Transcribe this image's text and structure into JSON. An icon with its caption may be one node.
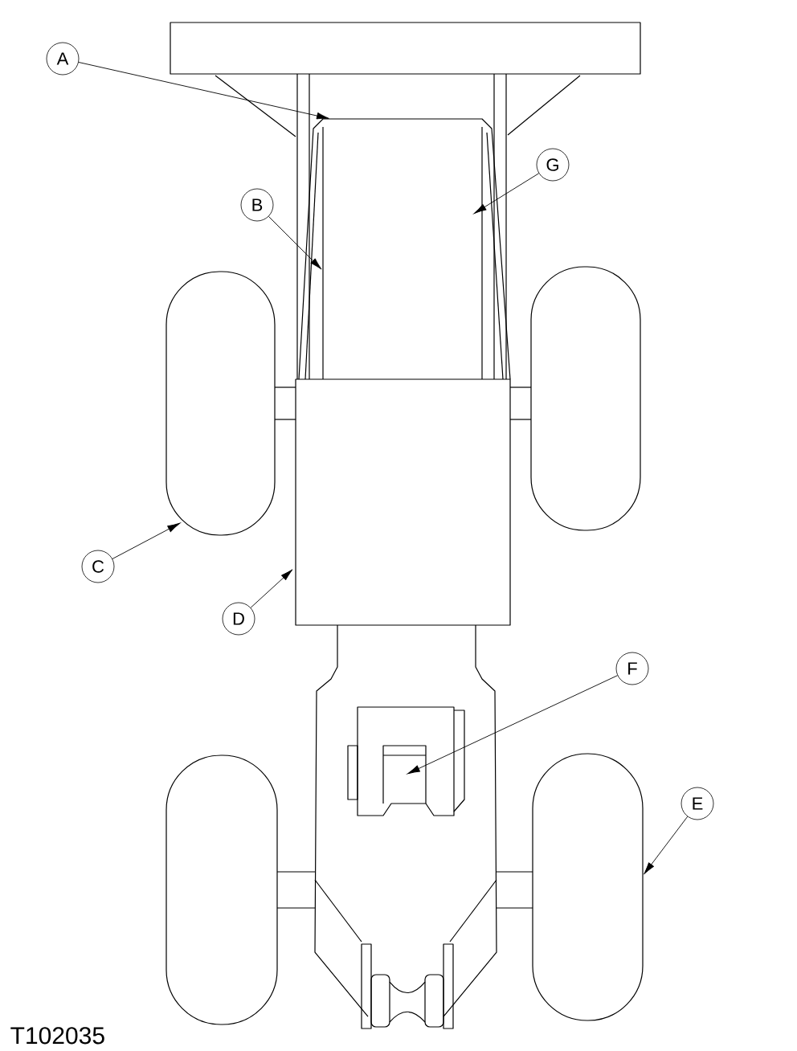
{
  "diagram": {
    "nodes": [
      {
        "text": [
          "A"
        ]
      },
      {
        "text": [
          "B"
        ]
      },
      {
        "text": [
          "C"
        ]
      },
      {
        "text": [
          "D"
        ]
      },
      {
        "text": [
          "E"
        ]
      },
      {
        "text": [
          "F"
        ]
      },
      {
        "text": [
          "G"
        ]
      }
    ],
    "edges": [
      {
        "from": 0,
        "to": null,
        "arrow": "to"
      },
      {
        "from": 1,
        "to": null,
        "arrow": "to"
      },
      {
        "from": 2,
        "to": null,
        "arrow": "to"
      },
      {
        "from": 3,
        "to": null,
        "arrow": "to"
      },
      {
        "from": 4,
        "to": null,
        "arrow": "to"
      },
      {
        "from": 5,
        "to": null,
        "arrow": "to"
      },
      {
        "from": 6,
        "to": null,
        "arrow": "to"
      }
    ],
    "labels": [
      "T102035"
    ]
  }
}
